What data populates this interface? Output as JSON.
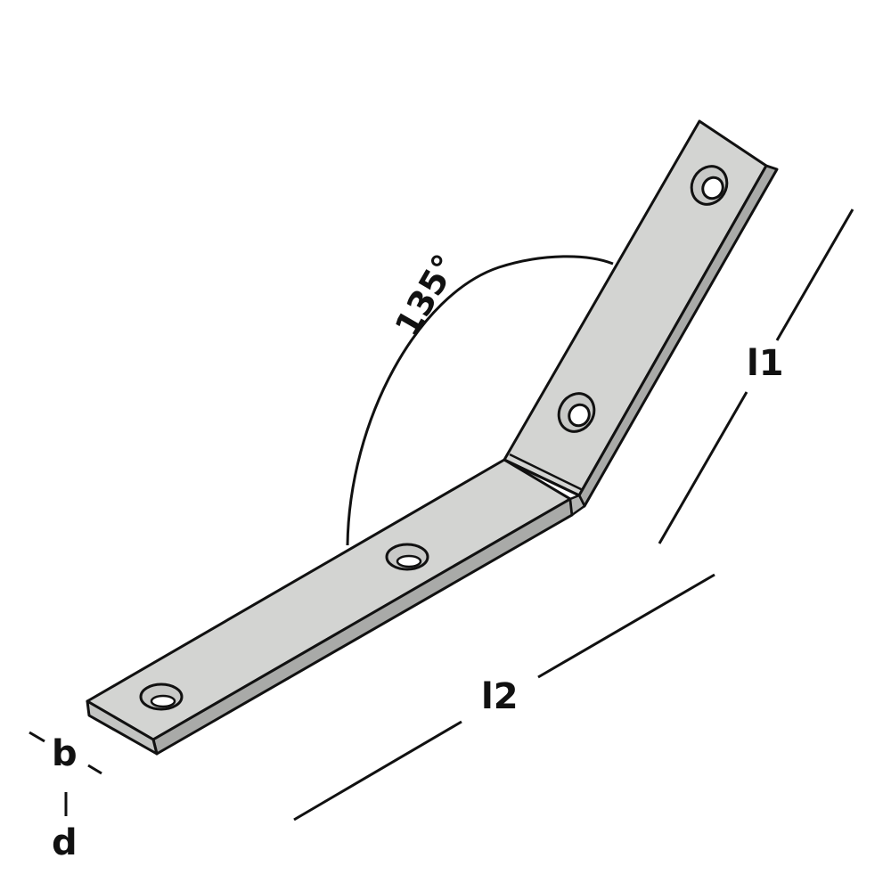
{
  "diagram": {
    "subject": "135-degree angle bracket (flat strap, bent)",
    "colors": {
      "face": "#d3d4d2",
      "edge": "#a9aaa8",
      "outline": "#111111",
      "hole": "#ffffff",
      "background": "#ffffff"
    },
    "annotations": {
      "angle": "135°",
      "length_1": "l1",
      "length_2": "l2",
      "width": "b",
      "thickness": "d"
    },
    "holes": [
      {
        "arm": "long",
        "position": "end"
      },
      {
        "arm": "long",
        "position": "middle"
      },
      {
        "arm": "short",
        "position": "near-bend"
      },
      {
        "arm": "short",
        "position": "end"
      }
    ]
  }
}
